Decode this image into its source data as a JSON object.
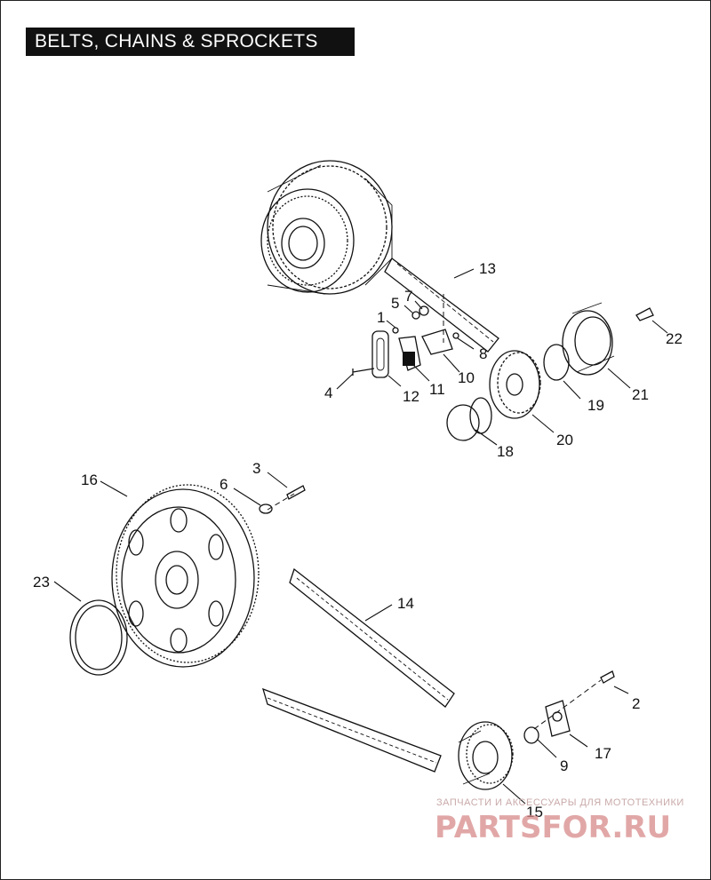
{
  "title": "BELTS, CHAINS & SPROCKETS",
  "callouts": [
    "1",
    "2",
    "3",
    "4",
    "5",
    "6",
    "7",
    "8",
    "9",
    "10",
    "11",
    "12",
    "13",
    "14",
    "15",
    "16",
    "17",
    "18",
    "19",
    "20",
    "21",
    "22",
    "23"
  ],
  "watermark": {
    "tagline": "ЗАПЧАСТИ И АКСЕССУАРЫ ДЛЯ МОТОТЕХНИКИ",
    "brand": "PARTSFOR.RU",
    "color": "#d88a8a"
  }
}
